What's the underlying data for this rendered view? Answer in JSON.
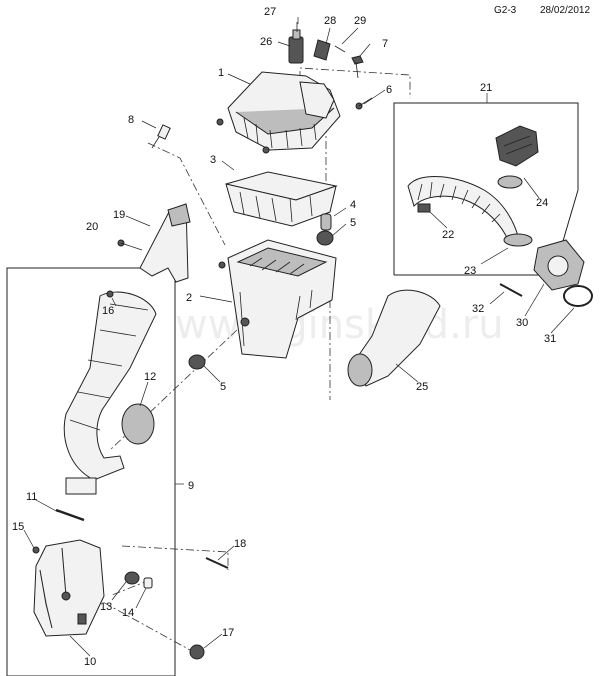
{
  "header": {
    "page_code": "G2-3",
    "date": "28/02/2012"
  },
  "watermark": "www.ginsklad.ru",
  "callouts": [
    "27",
    "28",
    "29",
    "26",
    "7",
    "1",
    "6",
    "21",
    "8",
    "3",
    "4",
    "5",
    "19",
    "20",
    "24",
    "22",
    "23",
    "2",
    "16",
    "32",
    "30",
    "31",
    "12",
    "5",
    "25",
    "9",
    "11",
    "15",
    "18",
    "13",
    "14",
    "17",
    "10"
  ]
}
